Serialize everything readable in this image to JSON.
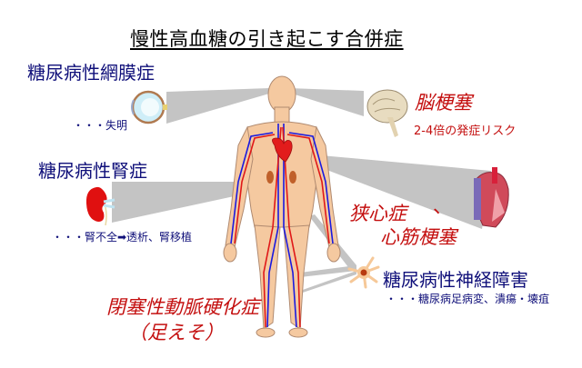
{
  "title": "慢性高血糖の引き起こす合併症",
  "complications": {
    "retinopathy": {
      "label": "糖尿病性網膜症",
      "note": "・・・失明",
      "icon": "eye-icon"
    },
    "nephropathy": {
      "label": "糖尿病性腎症",
      "note": "・・・腎不全➡透析、腎移植",
      "icon": "kidney-icon"
    },
    "stroke": {
      "label": "脳梗塞",
      "note": "2-4倍の発症リスク",
      "icon": "brain-icon"
    },
    "heart": {
      "line1": "狭心症",
      "comma": "、",
      "line2": "心筋梗塞",
      "icon": "heart-icon"
    },
    "neuropathy": {
      "label": "糖尿病性神経障害",
      "note": "・・・糖尿病足病変、潰瘍・壊疽",
      "icon": "neuron-icon"
    },
    "pad": {
      "label": "閉塞性動脈硬化症",
      "sub": "（足えそ）"
    }
  },
  "colors": {
    "blue_text": "#10107a",
    "red_text": "#c41010",
    "beam": "#c4c4c4",
    "skin": "#f5c9a0",
    "artery": "#e01818",
    "vein": "#1a1ae0"
  }
}
